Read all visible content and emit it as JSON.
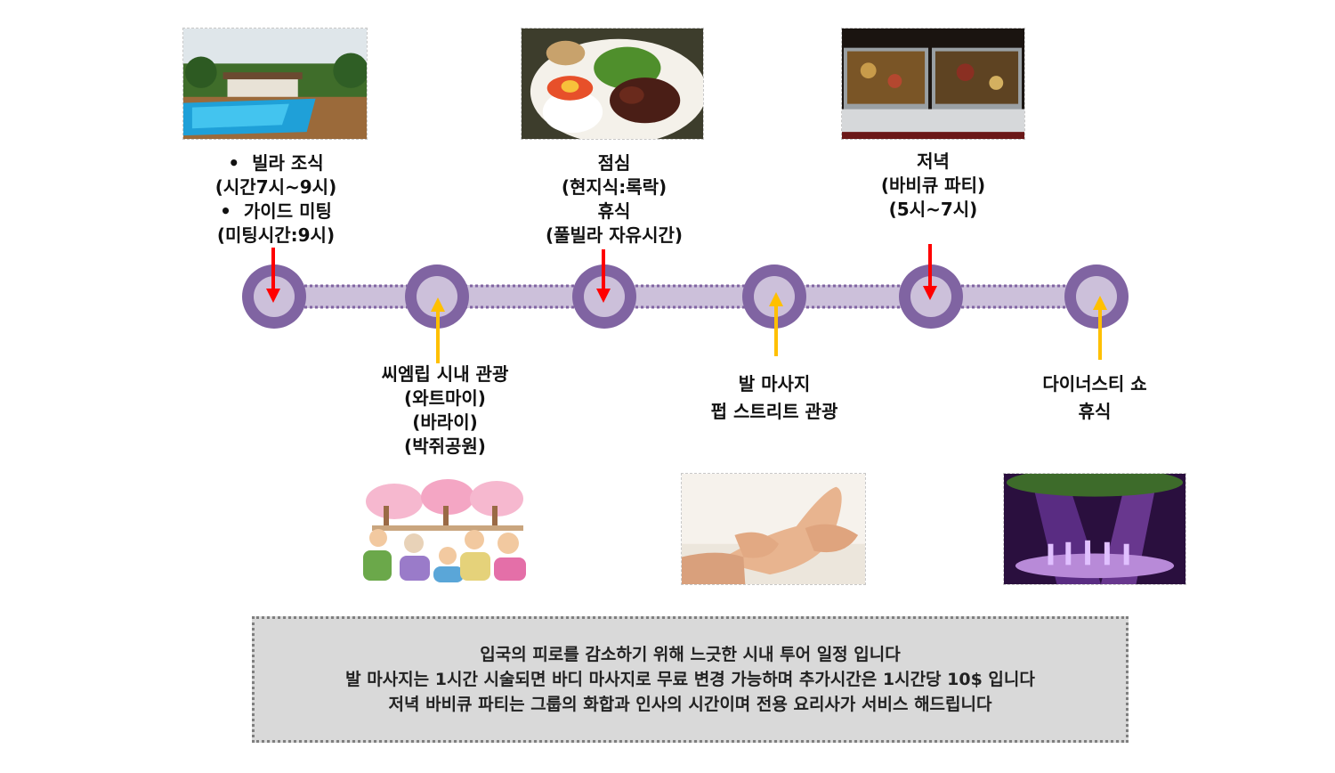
{
  "stops": [
    {
      "id": "villa",
      "above": true,
      "lines": [
        "빌라 조식",
        "(시간7시~9시)",
        "가이드 미팅",
        "(미팅시간:9시)"
      ],
      "bullets": [
        true,
        false,
        true,
        false
      ],
      "arrow": "red"
    },
    {
      "id": "siemreap",
      "above": false,
      "lines": [
        "씨엠립 시내 관광",
        "(와트마이)",
        "(바라이)",
        "(박쥐공원)"
      ],
      "arrow": "yellow"
    },
    {
      "id": "lunch",
      "above": true,
      "lines": [
        "점심",
        "(현지식:록락)",
        "휴식",
        "(풀빌라 자유시간)"
      ],
      "arrow": "red"
    },
    {
      "id": "massage",
      "above": false,
      "lines": [
        "발 마사지",
        "펍 스트리트 관광"
      ],
      "arrow": "yellow"
    },
    {
      "id": "dinner",
      "above": true,
      "lines": [
        "저녁",
        "(바비큐 파티)",
        "(5시~7시)"
      ],
      "arrow": "red"
    },
    {
      "id": "show",
      "above": false,
      "lines": [
        "다이너스티 쇼",
        "휴식"
      ],
      "arrow": "yellow"
    }
  ],
  "photos": {
    "villa": "pool-villa-photo",
    "lunch": "lok-lak-lunch-photo",
    "dinner": "bbq-buffet-photo",
    "siemreap": "cherry-blossom-people-illustration",
    "massage": "foot-massage-photo",
    "show": "dynasty-show-stage-photo"
  },
  "notes": [
    "입국의 피로를 감소하기 위해 느긋한 시내 투어 일정 입니다",
    "발 마사지는 1시간 시술되면 바디 마사지로 무료 변경 가능하며 추가시간은 1시간당 10$ 입니다",
    "저녁 바비큐 파티는 그룹의 화합과 인사의 시간이며 전용 요리사가 서비스 해드립니다"
  ],
  "colors": {
    "ring": "#8064a2",
    "ring_inner": "#ccc0da",
    "bar": "#ccc0da",
    "bar_dots": "#8064a2",
    "arrow_red": "#ff0000",
    "arrow_yellow": "#ffc000",
    "note_bg": "#d9d9d9"
  }
}
